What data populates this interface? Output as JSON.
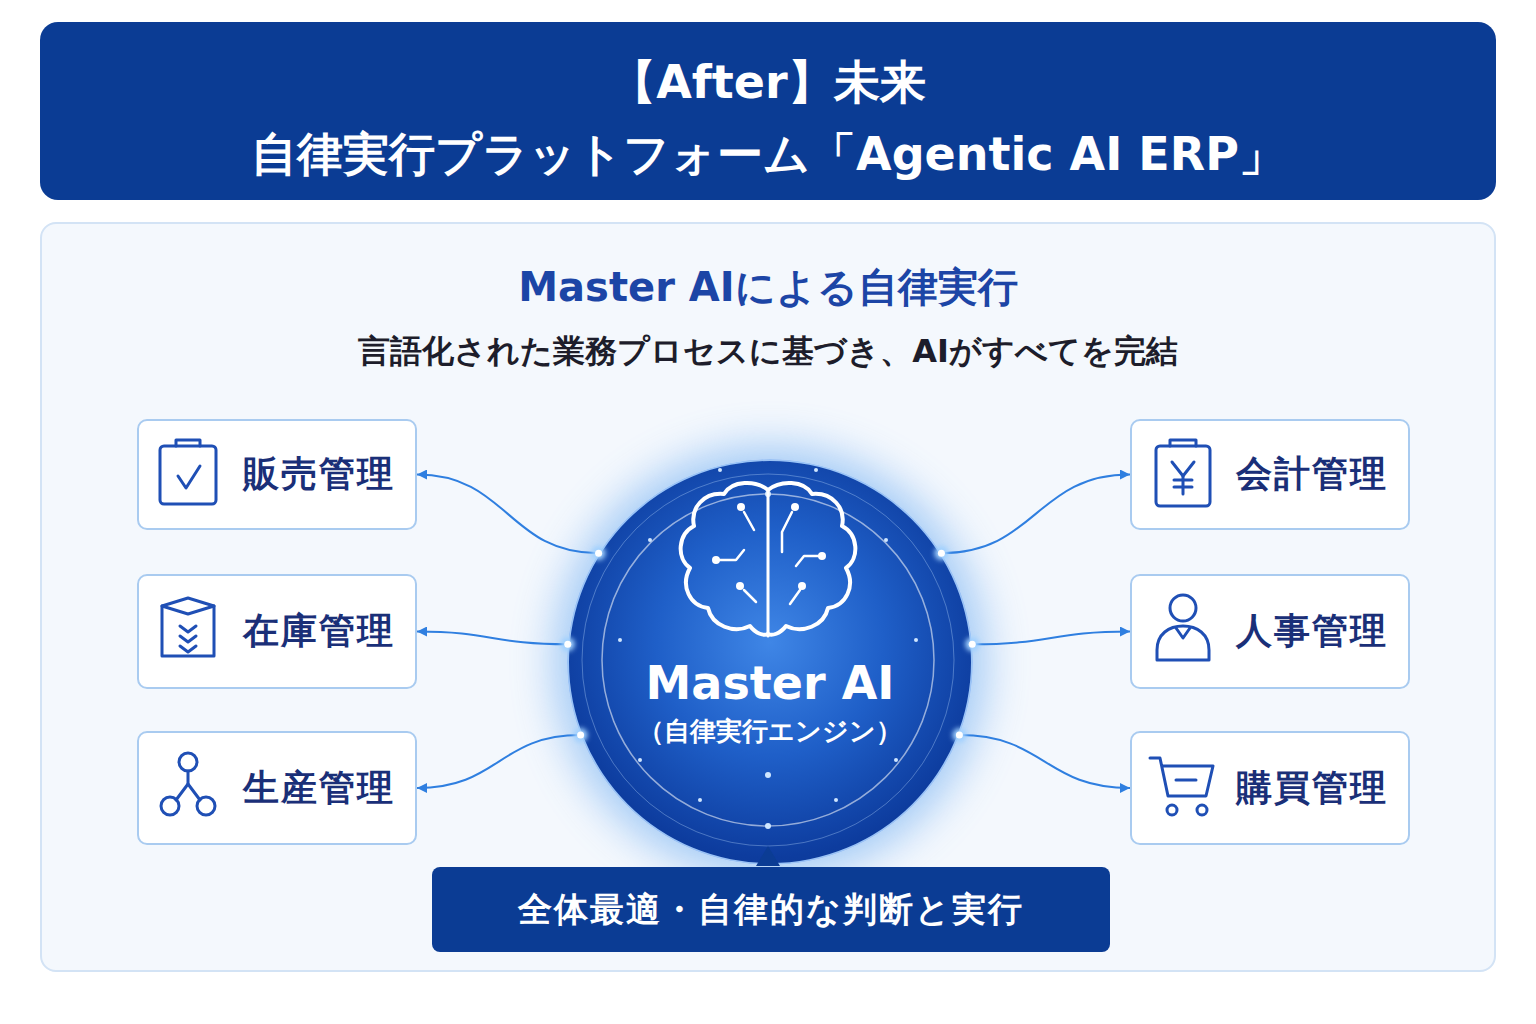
{
  "diagram": {
    "title": "【After】未来 自律実行プラットフォーム「Agentic AI ERP」",
    "nodes": [
      {
        "text": [
          "Master AIによる自律実行",
          "言語化された業務プロセスに基づき、AIがすべてを完結"
        ]
      },
      {
        "text": [
          "販売管理"
        ],
        "in": 0
      },
      {
        "text": [
          "在庫管理"
        ],
        "in": 0
      },
      {
        "text": [
          "生産管理"
        ],
        "in": 0
      },
      {
        "text": [
          "Master AI",
          "（自律実行エンジン）"
        ],
        "in": 0
      },
      {
        "text": [
          "会計管理"
        ],
        "in": 0
      },
      {
        "text": [
          "人事管理"
        ],
        "in": 0
      },
      {
        "text": [
          "購買管理"
        ],
        "in": 0
      },
      {
        "text": [
          "全体最適・自律的な判断と実行"
        ],
        "in": 0
      }
    ],
    "edges": [
      {
        "from": 4,
        "to": 1,
        "arrow": "to"
      },
      {
        "from": 4,
        "to": 2,
        "arrow": "to"
      },
      {
        "from": 4,
        "to": 3,
        "arrow": "to"
      },
      {
        "from": 4,
        "to": 5,
        "arrow": "to"
      },
      {
        "from": 4,
        "to": 6,
        "arrow": "to"
      },
      {
        "from": 4,
        "to": 7,
        "arrow": "to"
      }
    ]
  }
}
